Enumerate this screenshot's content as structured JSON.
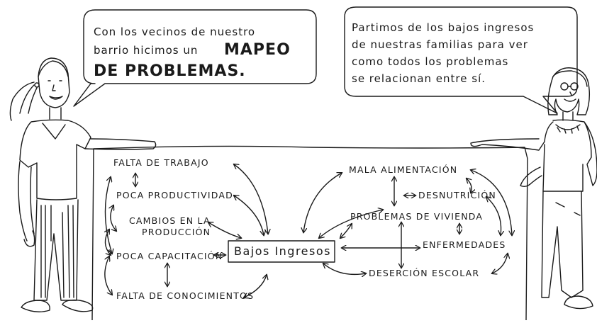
{
  "left_bubble": {
    "line1": "Con los vecinos de nuestro",
    "line2_pre": "barrio hicimos un",
    "line2_big": "MAPEO",
    "line3_big": "DE PROBLEMAS."
  },
  "right_bubble": {
    "line1": "Partimos de los bajos ingresos",
    "line2": "de nuestras familias para ver",
    "line3": "como todos los problemas",
    "line4": "se relacionan entre sí."
  },
  "board": {
    "center": "Bajos Ingresos",
    "left_nodes": {
      "falta_trabajo": "FALTA DE TRABAJO",
      "poca_productividad": "POCA PRODUCTIVIDAD",
      "cambios_1": "CAMBIOS EN LA",
      "cambios_2": "PRODUCCIÓN",
      "poca_capacitacion": "POCA CAPACITACIÓN",
      "falta_conocimientos": "FALTA DE CONOCIMIENTOS"
    },
    "right_nodes": {
      "mala_alimentacion": "MALA ALIMENTACIÓN",
      "desnutricion": "DESNUTRICIÓN",
      "problemas_vivienda": "PROBLEMAS DE VIVIENDA",
      "enfermedades": "ENFERMEDADES",
      "desercion": "DESERCIÓN ESCOLAR"
    }
  }
}
